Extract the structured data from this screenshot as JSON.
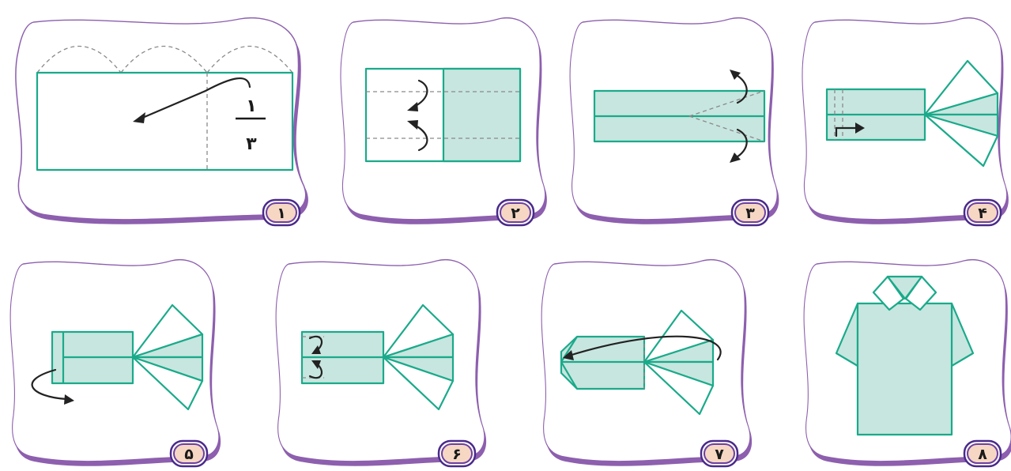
{
  "steps": [
    {
      "label": "۱"
    },
    {
      "label": "۲"
    },
    {
      "label": "۳"
    },
    {
      "label": "۴"
    },
    {
      "label": "۵"
    },
    {
      "label": "۶"
    },
    {
      "label": "۷"
    },
    {
      "label": "۸"
    }
  ],
  "step1": {
    "fraction_numerator": "۱",
    "fraction_denominator": "۳"
  },
  "colors": {
    "frame": "#8d5fae",
    "paper_edge": "#1aaa8a",
    "paper_fill": "#c7e6df",
    "badge_fill": "#f6d7c3",
    "arrow": "#222222"
  }
}
